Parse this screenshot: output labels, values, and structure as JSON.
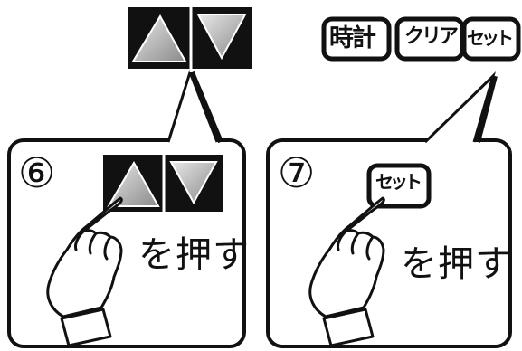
{
  "top_keys": {
    "clock_label": "時計",
    "clear_label": "クリア",
    "set_label": "セット"
  },
  "step6": {
    "number": "⑥",
    "instruction": "を押す"
  },
  "step7": {
    "number": "⑦",
    "button_label": "セット",
    "instruction": "を押す"
  }
}
